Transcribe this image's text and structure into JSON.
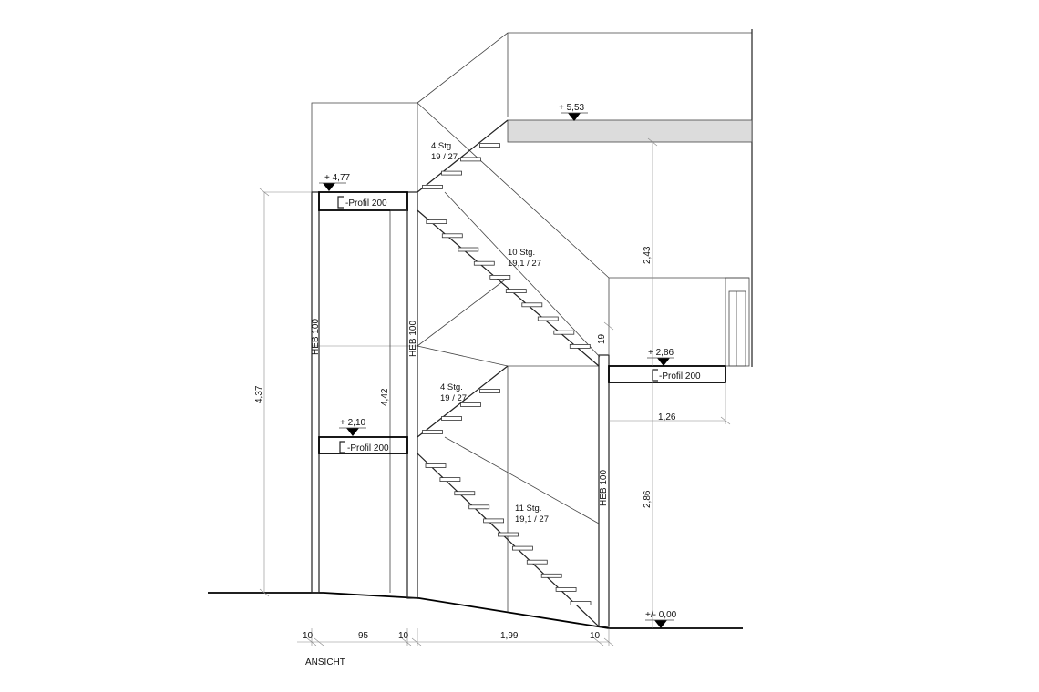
{
  "drawing": {
    "view_label": "ANSICHT",
    "levels": {
      "top": "+ 5,53",
      "upper_landing": "+ 4,77",
      "right_platform": "+ 2,86",
      "lower_landing": "+ 2,10",
      "ground": "+/- 0,00"
    },
    "profiles": {
      "upper": "-Profil 200",
      "right": "-Profil 200",
      "lower": "-Profil 200"
    },
    "columns": {
      "left_outer": "HEB 100",
      "left_inner": "HEB 100",
      "right": "HEB 100"
    },
    "flights": {
      "top_short": {
        "count": "4 Stg.",
        "ratio": "19 / 27"
      },
      "upper_long": {
        "count": "10 Stg.",
        "ratio": "19,1 / 27"
      },
      "lower_short": {
        "count": "4 Stg.",
        "ratio": "19 / 27"
      },
      "lower_long": {
        "count": "11 Stg.",
        "ratio": "19,1 / 27"
      }
    },
    "dimensions": {
      "total_height": "4,37",
      "inner_height": "4,42",
      "upper_right": "2,43",
      "lower_right": "2,86",
      "riser": "19",
      "platform_width": "1,26",
      "bottom": [
        "10",
        "95",
        "10",
        "1,99",
        "10"
      ]
    }
  }
}
